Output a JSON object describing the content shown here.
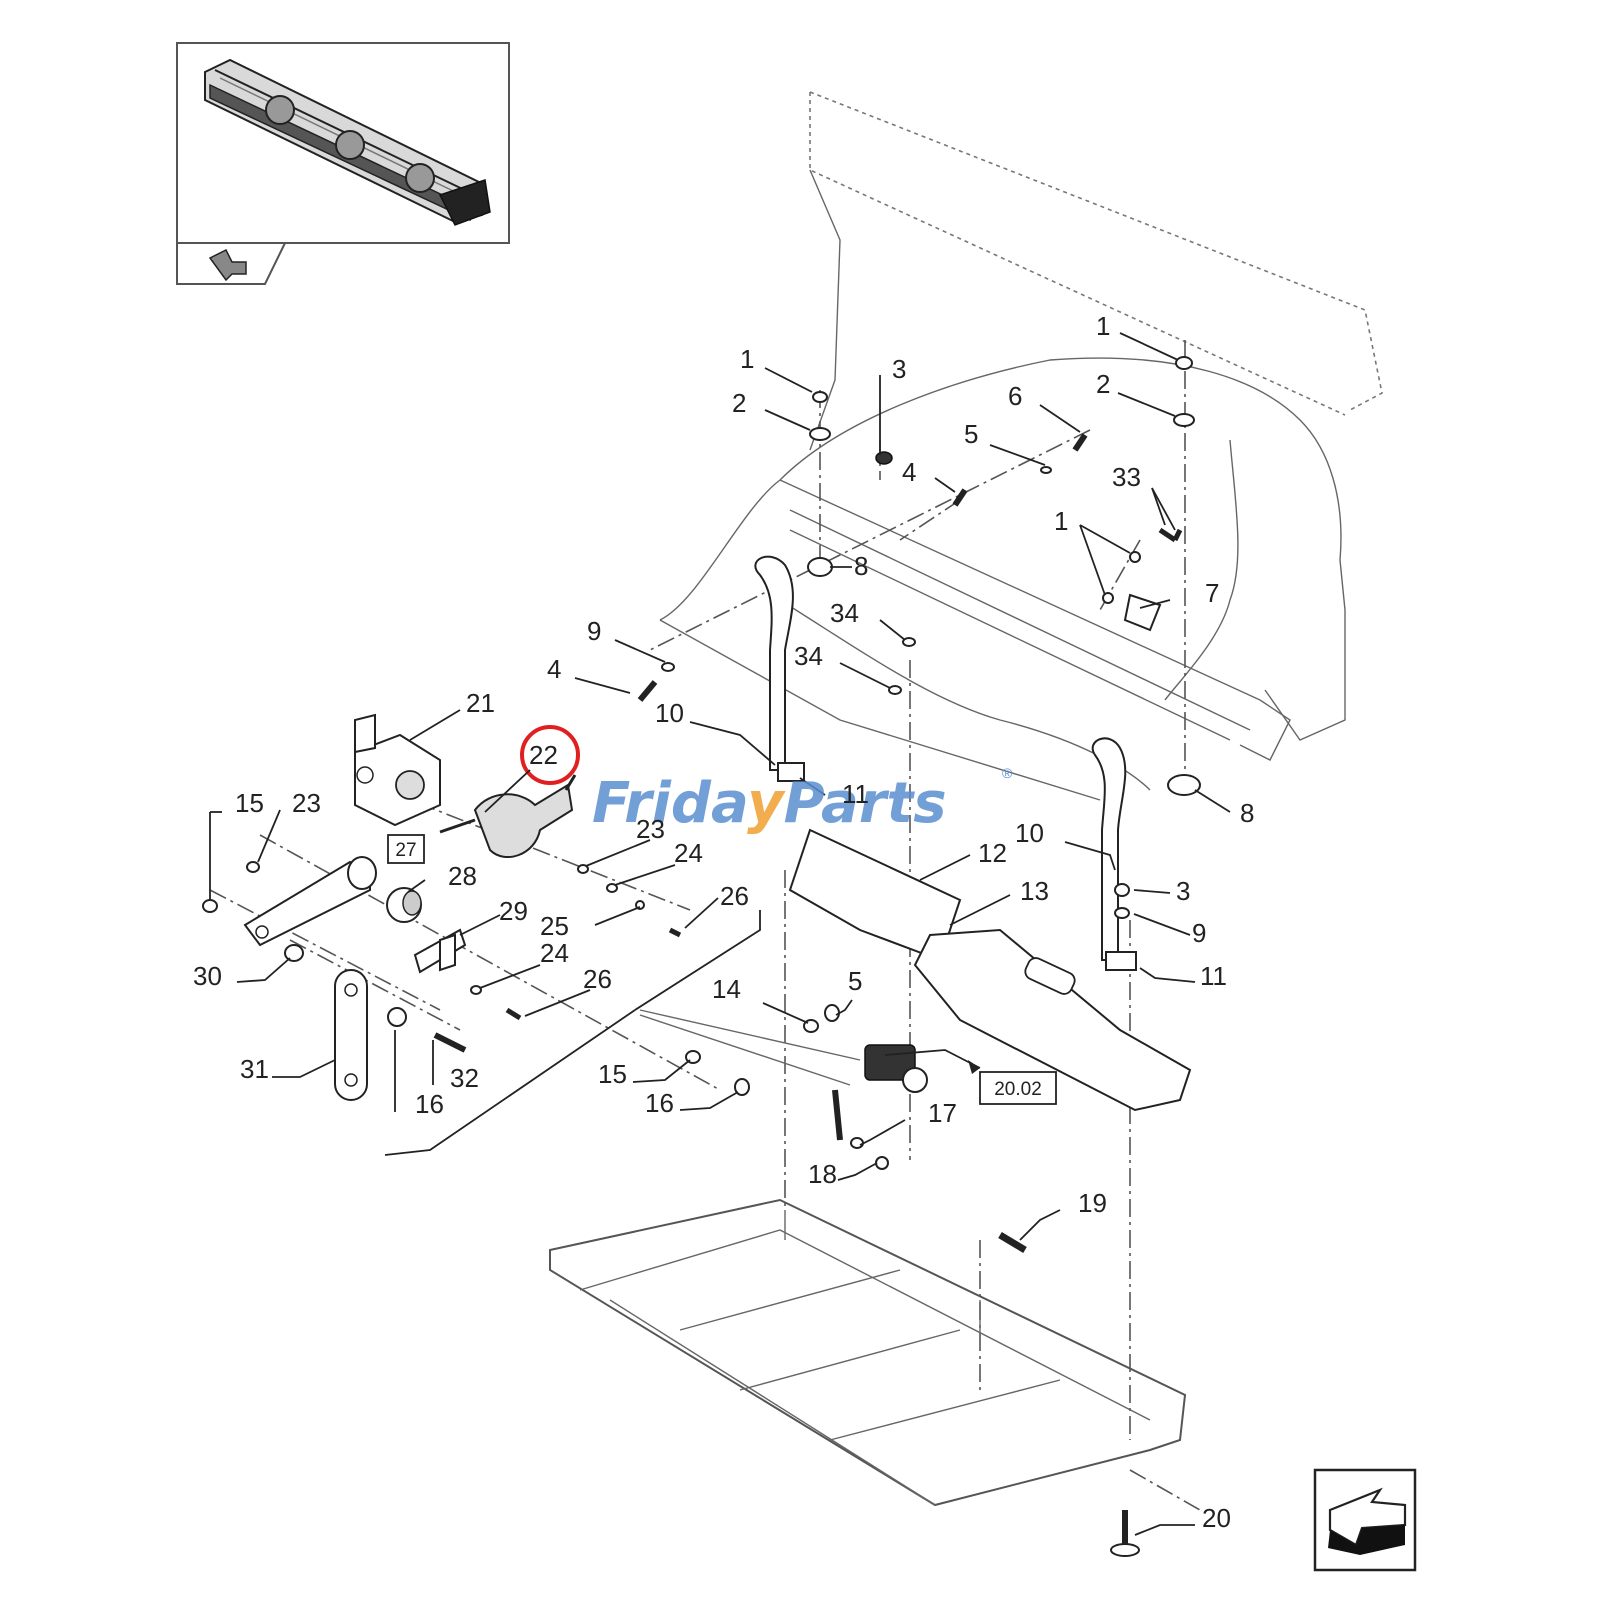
{
  "watermark": {
    "text_blue_1": "Frida",
    "text_orange": "y",
    "text_blue_2": "Parts",
    "registered": "®",
    "blue": "#5b8fd1",
    "orange": "#f0a030"
  },
  "highlight": {
    "callout": "22",
    "ring_color": "#e02020"
  },
  "reference_boxes": {
    "box_27": "27",
    "box_20_02": "20.02"
  },
  "icons": {
    "thumbnail": "header-assembly-thumbnail",
    "view_arrow": "view-direction-arrow-icon",
    "orientation": "orientation-arrow-icon"
  },
  "callouts": {
    "c1a": "1",
    "c2a": "2",
    "c3a": "3",
    "c1b": "1",
    "c2b": "2",
    "c6": "6",
    "c5a": "5",
    "c4a": "4",
    "c33": "33",
    "c1c": "1",
    "c8a": "8",
    "c7": "7",
    "c34a": "34",
    "c34b": "34",
    "c9a": "9",
    "c4b": "4",
    "c10a": "10",
    "c21": "21",
    "c11a": "11",
    "c8b": "8",
    "c10b": "10",
    "c15a": "15",
    "c23a": "23",
    "c23b": "23",
    "c24a": "24",
    "c12": "12",
    "c28": "28",
    "c13": "13",
    "c3b": "3",
    "c29": "29",
    "c26a": "26",
    "c25": "25",
    "c9b": "9",
    "c24b": "24",
    "c11b": "11",
    "c30": "30",
    "c26b": "26",
    "c14": "14",
    "c5b": "5",
    "c31": "31",
    "c32": "32",
    "c16a": "16",
    "c15b": "15",
    "c16b": "16",
    "c17": "17",
    "c18": "18",
    "c19": "19",
    "c20": "20"
  }
}
